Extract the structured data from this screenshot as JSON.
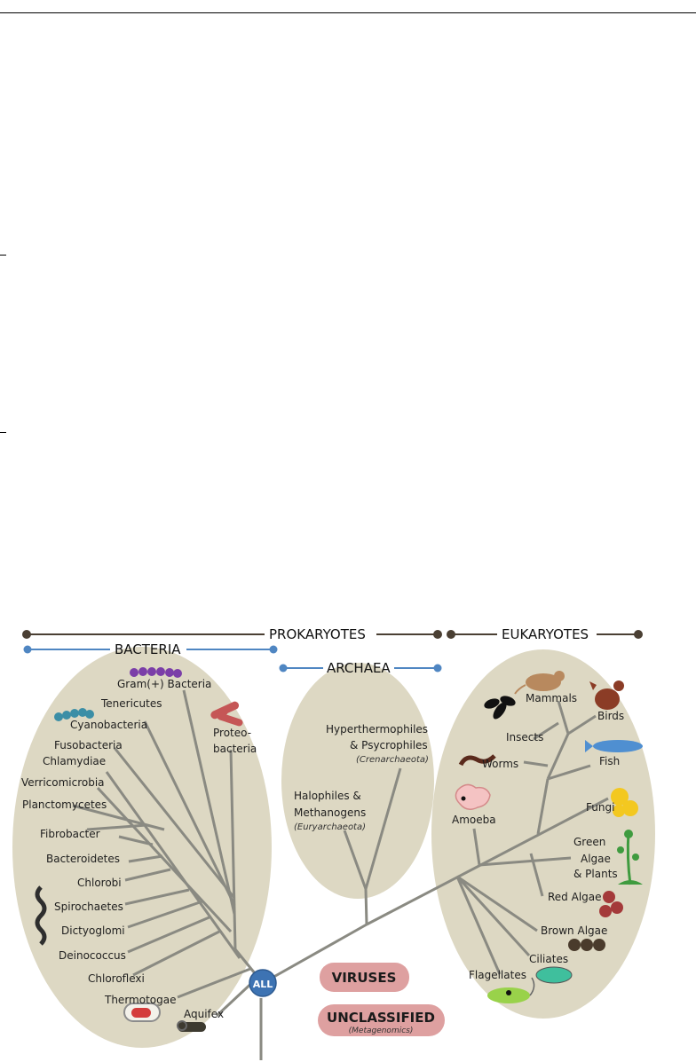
{
  "headers": {
    "prokaryotes": "PROKARYOTES",
    "eukaryotes": "EUKARYOTES",
    "bacteria": "BACTERIA",
    "archaea": "ARCHAEA"
  },
  "root_label": "ALL",
  "bacteria": [
    "Gram(+) Bacteria",
    "Tenericutes",
    "Cyanobacteria",
    "Fusobacteria",
    "Chlamydiae",
    "Verricomicrobia",
    "Planctomycetes",
    "Fibrobacter",
    "Bacteroidetes",
    "Chlorobi",
    "Spirochaetes",
    "Dictyoglomi",
    "Deinococcus",
    "Chloroflexi",
    "Thermotogae",
    "Aquifex"
  ],
  "proteobacteria": [
    "Proteo-",
    "bacteria"
  ],
  "archaea": {
    "hyper_line1": "Hyperthermophiles",
    "hyper_line2": "& Psycrophiles",
    "hyper_sci": "(Crenarchaeota)",
    "halo_line1": "Halophiles &",
    "halo_line2": "Methanogens",
    "halo_sci": "(Euryarchaeota)"
  },
  "eukaryotes": {
    "mammals": "Mammals",
    "birds": "Birds",
    "insects": "Insects",
    "fish": "Fish",
    "worms": "Worms",
    "fungi": "Fungi",
    "amoeba": "Amoeba",
    "green1": "Green",
    "green2": "Algae",
    "green3": "& Plants",
    "red_algae": "Red Algae",
    "brown_algae": "Brown Algae",
    "ciliates": "Ciliates",
    "flagellates": "Flagellates"
  },
  "buttons": {
    "viruses": "VIRUSES",
    "unclassified": "UNCLASSIFIED",
    "metagenomics": "(Metagenomics)"
  },
  "colors": {
    "ellipse": "#ddd8c3",
    "branch": "#8a8a82",
    "prokaryote_line": "#4a3f33",
    "bacteria_line": "#4f86c2",
    "root": "#3d73b3",
    "button": "#dea0a0"
  }
}
